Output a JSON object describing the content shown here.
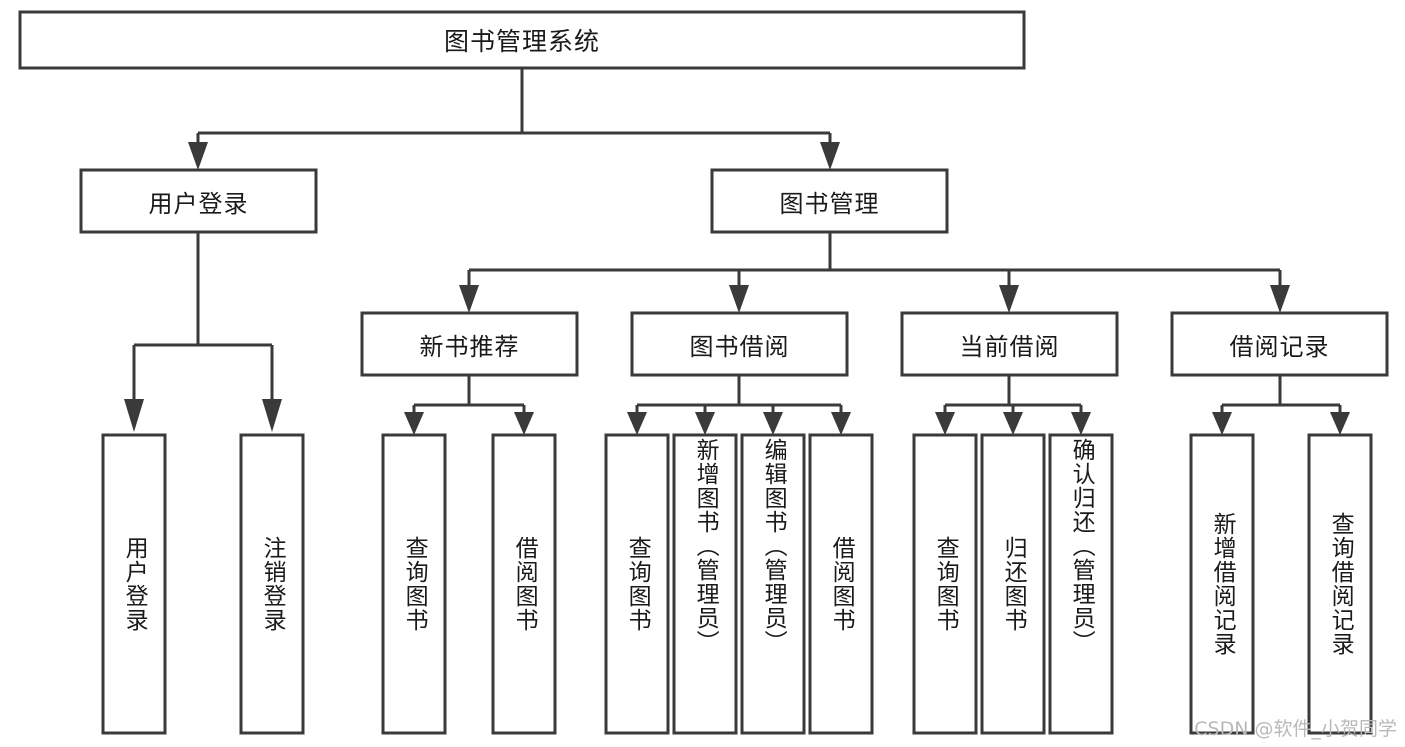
{
  "diagram": {
    "type": "tree-hierarchy",
    "title": "图书管理系统",
    "watermark": "CSDN @软件_小贺同学",
    "colors": {
      "background": "#ffffff",
      "box_fill": "#ffffff",
      "box_stroke": "#3a3a3a",
      "connector": "#3a3a3a",
      "text": "#1a1a1a",
      "watermark": "#b9b9b9"
    },
    "root": {
      "label": "图书管理系统",
      "orientation": "horizontal"
    },
    "level2": [
      {
        "label": "用户登录",
        "orientation": "horizontal"
      },
      {
        "label": "图书管理",
        "orientation": "horizontal"
      }
    ],
    "level3": [
      {
        "label": "新书推荐",
        "orientation": "horizontal",
        "parent": "图书管理"
      },
      {
        "label": "图书借阅",
        "orientation": "horizontal",
        "parent": "图书管理"
      },
      {
        "label": "当前借阅",
        "orientation": "horizontal",
        "parent": "图书管理"
      },
      {
        "label": "借阅记录",
        "orientation": "horizontal",
        "parent": "图书管理"
      }
    ],
    "leaves": [
      {
        "label": "用户登录",
        "orientation": "vertical",
        "parent": "用户登录"
      },
      {
        "label": "注销登录",
        "orientation": "vertical",
        "parent": "用户登录"
      },
      {
        "label": "查询图书",
        "orientation": "vertical",
        "parent": "新书推荐"
      },
      {
        "label": "借阅图书",
        "orientation": "vertical",
        "parent": "新书推荐"
      },
      {
        "label": "查询图书",
        "orientation": "vertical",
        "parent": "图书借阅"
      },
      {
        "label": "新增图书（管理员）",
        "orientation": "vertical",
        "parent": "图书借阅"
      },
      {
        "label": "编辑图书（管理员）",
        "orientation": "vertical",
        "parent": "图书借阅"
      },
      {
        "label": "借阅图书",
        "orientation": "vertical",
        "parent": "图书借阅"
      },
      {
        "label": "查询图书",
        "orientation": "vertical",
        "parent": "当前借阅"
      },
      {
        "label": "归还图书",
        "orientation": "vertical",
        "parent": "当前借阅"
      },
      {
        "label": "确认归还（管理员）",
        "orientation": "vertical",
        "parent": "当前借阅"
      },
      {
        "label": "新增借阅记录",
        "orientation": "vertical",
        "parent": "借阅记录"
      },
      {
        "label": "查询借阅记录",
        "orientation": "vertical",
        "parent": "借阅记录"
      }
    ]
  }
}
